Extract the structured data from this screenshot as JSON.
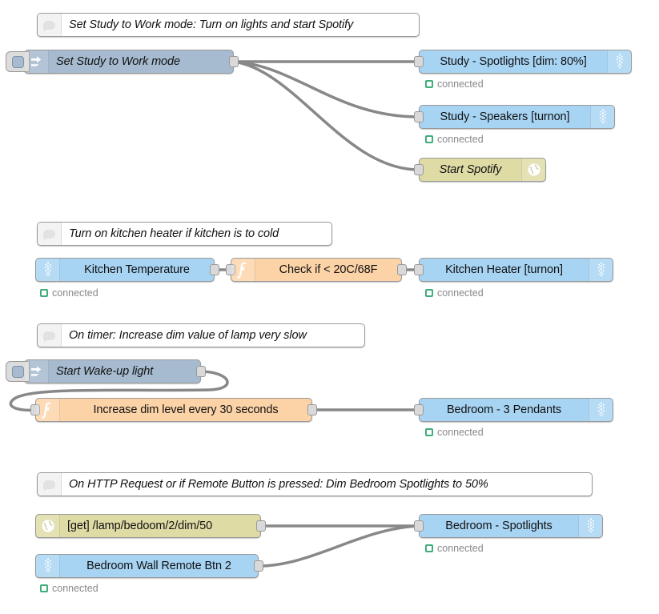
{
  "editor": {
    "name": "node-red-flow-canvas",
    "background": "#ffffff",
    "wire_color": "#888888",
    "status_ok_color": "#3FAE7A",
    "status_text_color": "#888888"
  },
  "palette": {
    "node_blue": "#A8D4F4",
    "node_inject": "#A6BBCF",
    "node_function": "#FCD3A7",
    "node_khaki": "#DEDBA5",
    "node_comment": "#ffffff",
    "node_border": "#999999",
    "port_fill": "#d9d9d9"
  },
  "status_labels": {
    "connected": "connected"
  },
  "flows": [
    {
      "id": "flow-study-work-mode",
      "comment": {
        "label": "Set Study to Work mode: Turn on lights and start Spotify",
        "icon": "comment-icon"
      },
      "inject": {
        "label": "Set Study to Work mode",
        "icon": "inject-arrow-icon",
        "button": "inject-button"
      },
      "outputs": [
        {
          "label": "Study - Spotlights [dim: 80%]",
          "icon": "light-bulb-icon",
          "status": "connected",
          "type": "blue"
        },
        {
          "label": "Study - Speakers [turnon]",
          "icon": "light-bulb-icon",
          "status": "connected",
          "type": "blue"
        },
        {
          "label": "Start Spotify",
          "icon": "globe-icon",
          "status": "",
          "type": "khaki"
        }
      ]
    },
    {
      "id": "flow-kitchen-heater",
      "comment": {
        "label": "Turn on kitchen heater if kitchen is to cold",
        "icon": "comment-icon"
      },
      "input": {
        "label": "Kitchen Temperature",
        "icon": "light-bulb-icon",
        "status": "connected"
      },
      "function": {
        "label": "Check if < 20C/68F",
        "icon": "function-f-icon"
      },
      "output": {
        "label": "Kitchen Heater [turnon]",
        "icon": "light-bulb-icon",
        "status": "connected"
      }
    },
    {
      "id": "flow-wakeup-light",
      "comment": {
        "label": "On timer: Increase dim value of lamp very slow",
        "icon": "comment-icon"
      },
      "inject": {
        "label": "Start Wake-up light",
        "icon": "inject-arrow-icon",
        "button": "inject-button"
      },
      "function": {
        "label": "Increase dim level every 30 seconds",
        "icon": "function-f-icon"
      },
      "output": {
        "label": "Bedroom - 3 Pendants",
        "icon": "light-bulb-icon",
        "status": "connected"
      }
    },
    {
      "id": "flow-bedroom-spotlights",
      "comment": {
        "label": "On HTTP Request or if Remote Button is pressed: Dim Bedroom Spotlights to 50%",
        "icon": "comment-icon"
      },
      "http_in": {
        "label": "[get] /lamp/bedoom/2/dim/50",
        "icon": "globe-icon"
      },
      "remote": {
        "label": "Bedroom Wall Remote Btn 2",
        "icon": "light-bulb-icon",
        "status": "connected"
      },
      "output": {
        "label": "Bedroom - Spotlights",
        "icon": "light-bulb-icon",
        "status": "connected"
      }
    }
  ]
}
